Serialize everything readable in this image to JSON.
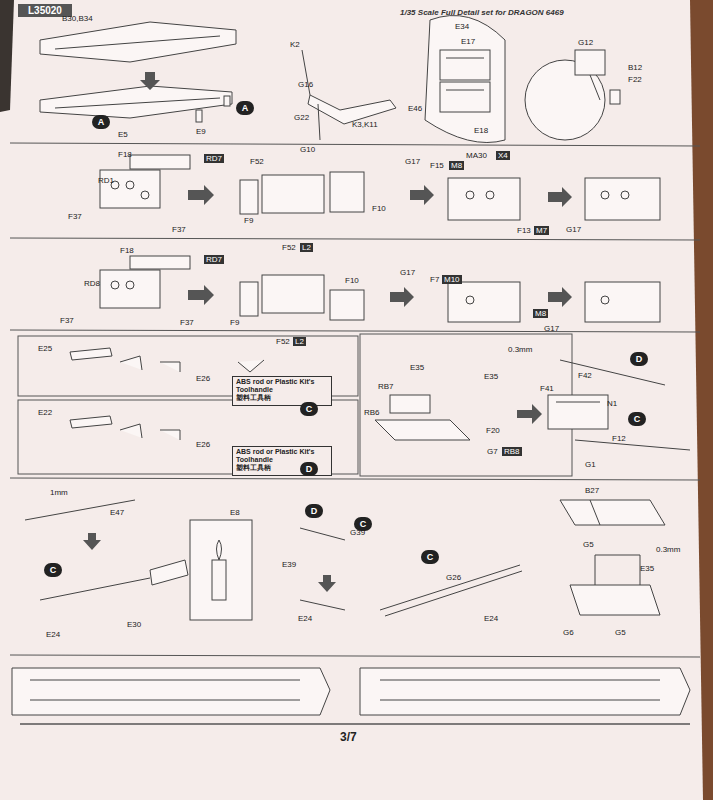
{
  "diagram": {
    "title": "1/35 Scale Full Detail set for DRAGON 6469",
    "caption": "3/7",
    "nodes": [
      {
        "text": [
          "L35020"
        ]
      },
      {
        "text": [
          "A"
        ]
      },
      {
        "text": [
          "A"
        ]
      },
      {
        "text": [
          "ABS rod or Plastic Kit's Toolhandle",
          "塑料工具柄"
        ]
      },
      {
        "text": [
          "C"
        ]
      },
      {
        "text": [
          "ABS rod or Plastic Kit's Toolhandle",
          "塑料工具柄"
        ]
      },
      {
        "text": [
          "D"
        ]
      },
      {
        "text": [
          "D"
        ]
      },
      {
        "text": [
          "C"
        ]
      },
      {
        "text": [
          "C"
        ]
      },
      {
        "text": [
          "D"
        ]
      },
      {
        "text": [
          "C"
        ]
      },
      {
        "text": [
          "C"
        ]
      }
    ],
    "labels": [
      "B30,B34",
      "E5",
      "E9",
      "K2",
      "G16",
      "G22",
      "K3,K11",
      "G10",
      "E34",
      "E17",
      "E46",
      "E18",
      "MA30",
      "X4",
      "G12",
      "B12",
      "F22",
      "F18",
      "RD7",
      "RD1",
      "F37",
      "F37",
      "F52",
      "F9",
      "F10",
      "F52",
      "L2",
      "G17",
      "F15",
      "M8",
      "F13",
      "M7",
      "G17",
      "F18",
      "RD7",
      "RD8",
      "F37",
      "F37",
      "F9",
      "F10",
      "F52",
      "L2",
      "G17",
      "F7",
      "M10",
      "M8",
      "G17",
      "E25",
      "E26",
      "E22",
      "E26",
      "0.3mm",
      "E35",
      "E35",
      "RB7",
      "F41",
      "F42",
      "RB6",
      "F20",
      "F12",
      "G7",
      "RB8",
      "N1",
      "G1",
      "1mm",
      "E47",
      "E8",
      "E24",
      "E30",
      "G39",
      "E39",
      "E24",
      "G26",
      "E24",
      "B27",
      "G5",
      "0.3mm",
      "E35",
      "G6",
      "G5"
    ]
  }
}
